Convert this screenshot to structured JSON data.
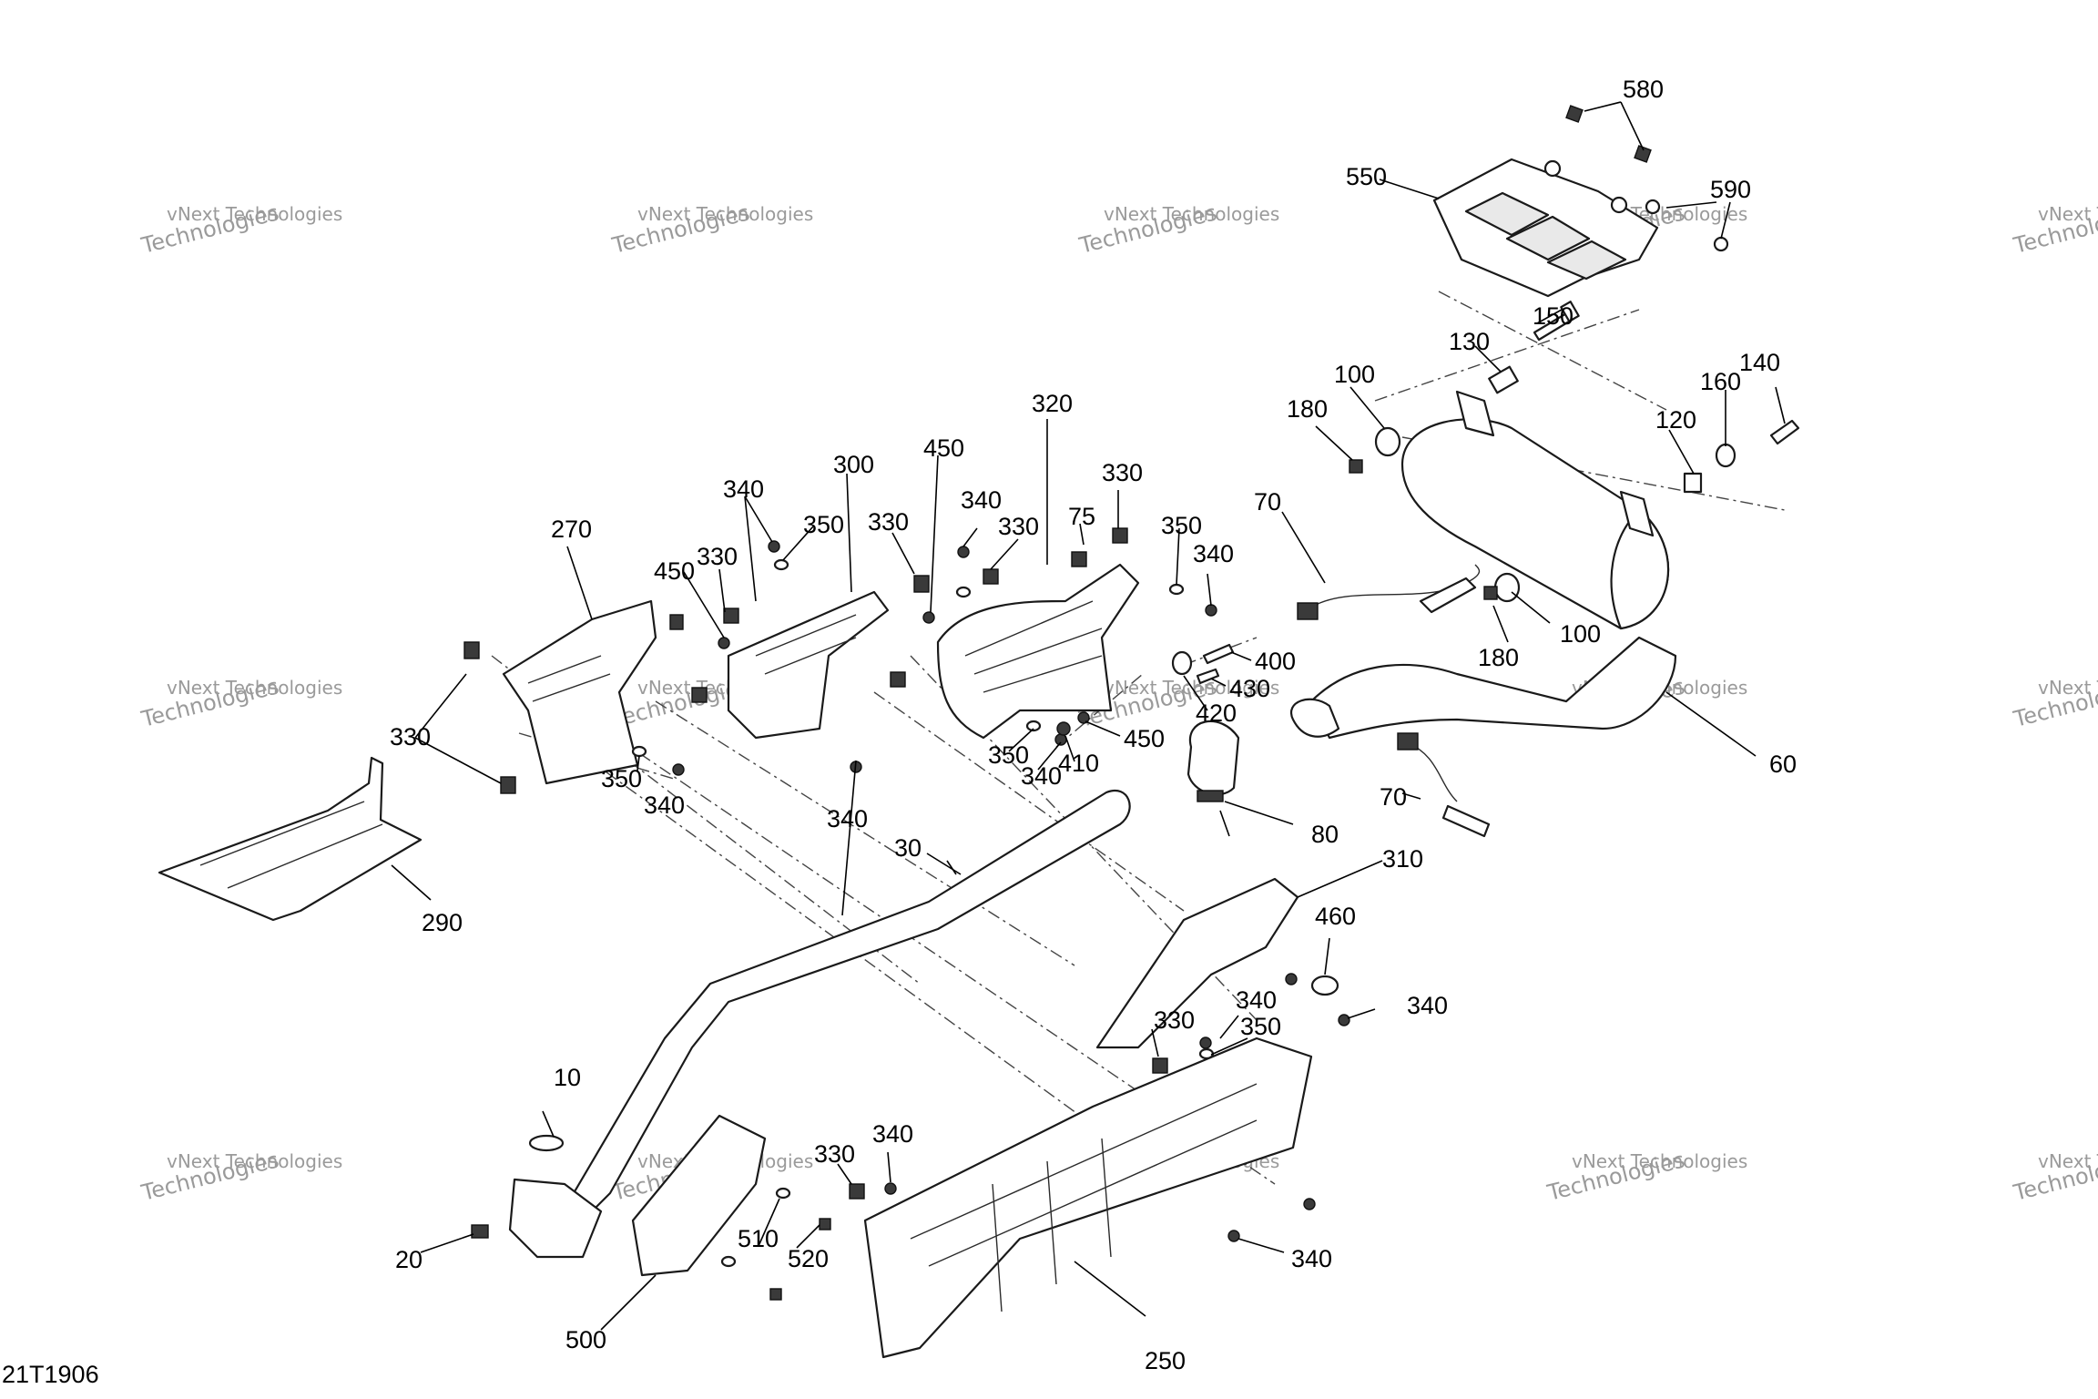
{
  "diagram": {
    "code": "21T1906",
    "watermark": {
      "line1": "vNext Technologies",
      "line2": "Technologies"
    },
    "labels": {
      "l10": "10",
      "l20": "20",
      "l30": "30",
      "l60": "60",
      "l70a": "70",
      "l70b": "70",
      "l75": "75",
      "l80": "80",
      "l100a": "100",
      "l100b": "100",
      "l120": "120",
      "l130": "130",
      "l140": "140",
      "l150": "150",
      "l160": "160",
      "l180a": "180",
      "l180b": "180",
      "l250": "250",
      "l270": "270",
      "l290": "290",
      "l300": "300",
      "l310": "310",
      "l320": "320",
      "l330a": "330",
      "l330b": "330",
      "l330c": "330",
      "l330d": "330",
      "l330e": "330",
      "l330f": "330",
      "l330g": "330",
      "l340a": "340",
      "l340b": "340",
      "l340c": "340",
      "l340d": "340",
      "l340e": "340",
      "l340f": "340",
      "l340g": "340",
      "l340h": "340",
      "l340i": "340",
      "l340j": "340",
      "l350a": "350",
      "l350b": "350",
      "l350c": "350",
      "l350d": "350",
      "l350e": "350",
      "l400": "400",
      "l410": "410",
      "l420": "420",
      "l430": "430",
      "l450a": "450",
      "l450b": "450",
      "l450c": "450",
      "l460": "460",
      "l500": "500",
      "l510": "510",
      "l520": "520",
      "l550": "550",
      "l580": "580",
      "l590": "590"
    }
  }
}
